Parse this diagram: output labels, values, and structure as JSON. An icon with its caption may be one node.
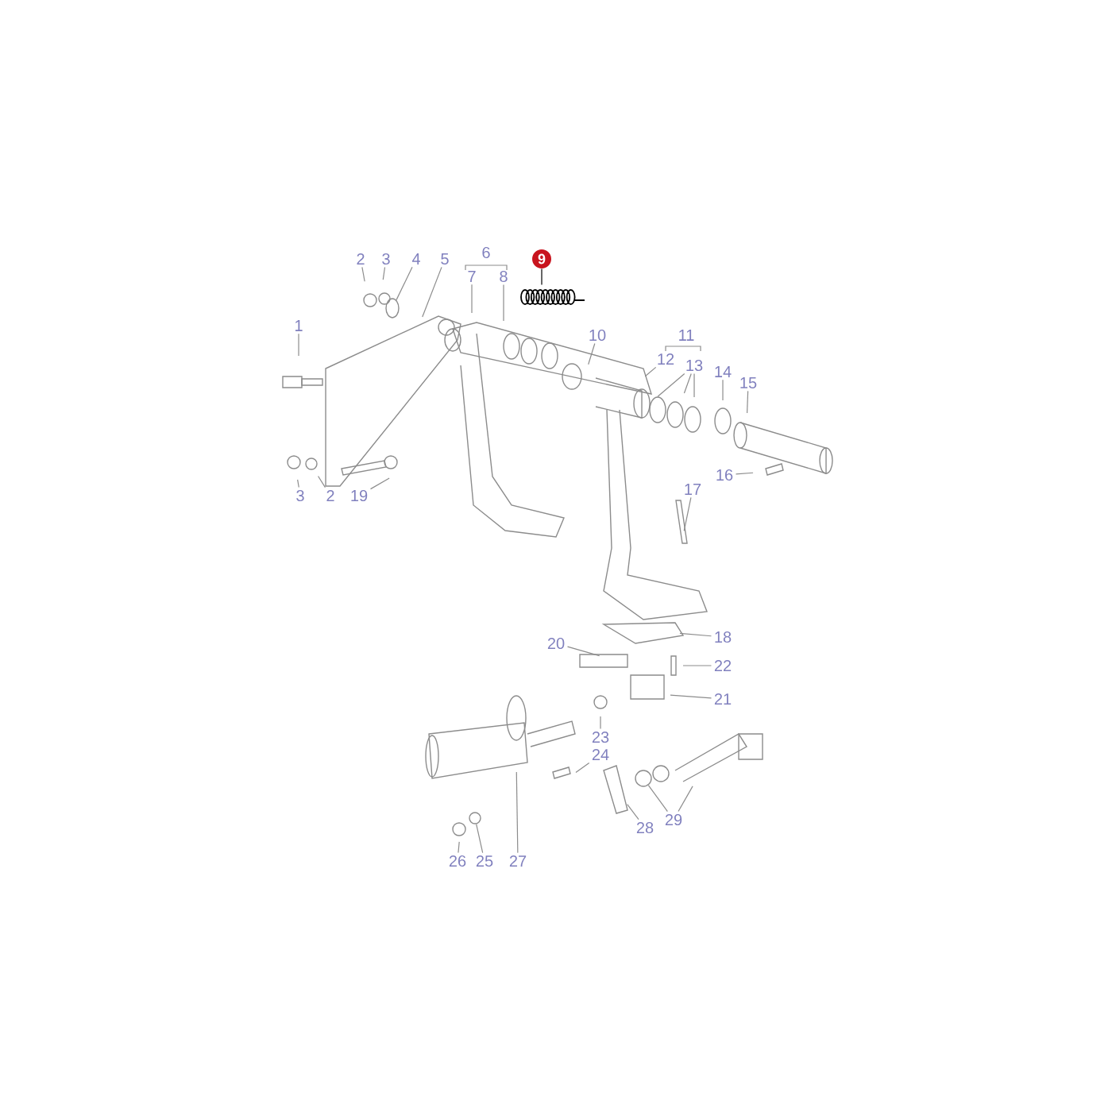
{
  "diagram": {
    "nodes": [
      {
        "text": [
          "2"
        ]
      },
      {
        "text": [
          "3"
        ]
      },
      {
        "text": [
          "4"
        ]
      },
      {
        "text": [
          "5"
        ]
      },
      {
        "text": [
          "7"
        ]
      },
      {
        "text": [
          "8"
        ]
      },
      {
        "text": [
          "9"
        ]
      },
      {
        "text": [
          "1"
        ]
      },
      {
        "text": [
          "10"
        ]
      },
      {
        "text": [
          "12"
        ]
      },
      {
        "text": [
          "13"
        ]
      },
      {
        "text": [
          "14"
        ]
      },
      {
        "text": [
          "15"
        ]
      },
      {
        "text": [
          "16"
        ]
      },
      {
        "text": [
          "17"
        ]
      },
      {
        "text": [
          "3"
        ]
      },
      {
        "text": [
          "2"
        ]
      },
      {
        "text": [
          "19"
        ]
      },
      {
        "text": [
          "18"
        ]
      },
      {
        "text": [
          "20"
        ]
      },
      {
        "text": [
          "22"
        ]
      },
      {
        "text": [
          "21"
        ]
      },
      {
        "text": [
          "23"
        ]
      },
      {
        "text": [
          "24"
        ]
      },
      {
        "text": [
          "28"
        ]
      },
      {
        "text": [
          "29"
        ]
      },
      {
        "text": [
          "26"
        ]
      },
      {
        "text": [
          "25"
        ]
      },
      {
        "text": [
          "27"
        ]
      },
      {
        "text": [],
        "shape": "ring"
      },
      {
        "text": [],
        "shape": "spring"
      },
      {
        "text": [],
        "shape": "ring"
      },
      {
        "text": [],
        "shape": "circle"
      },
      {
        "text": [],
        "shape": "circle"
      }
    ],
    "edges": [
      {
        "from": 0,
        "to": null,
        "arrow": "none"
      },
      {
        "from": 1,
        "to": null,
        "arrow": "none"
      },
      {
        "from": 2,
        "to": 29,
        "arrow": "none"
      },
      {
        "from": 3,
        "to": null,
        "arrow": "none"
      },
      {
        "from": 4,
        "to": null,
        "arrow": "none"
      },
      {
        "from": 5,
        "to": null,
        "arrow": "none"
      },
      {
        "from": 6,
        "to": 30,
        "arrow": "none",
        "color": "#000000"
      },
      {
        "from": 7,
        "to": null,
        "arrow": "none"
      },
      {
        "from": 8,
        "to": null,
        "arrow": "none"
      },
      {
        "from": 9,
        "to": null,
        "arrow": "none"
      },
      {
        "from": 10,
        "to": 31,
        "arrow": "none"
      },
      {
        "from": 10,
        "to": null,
        "arrow": "none"
      },
      {
        "from": 10,
        "to": null,
        "arrow": "none"
      },
      {
        "from": 11,
        "to": null,
        "arrow": "none"
      },
      {
        "from": 12,
        "to": null,
        "arrow": "none"
      },
      {
        "from": 13,
        "to": null,
        "arrow": "none"
      },
      {
        "from": 14,
        "to": null,
        "arrow": "none"
      },
      {
        "from": 15,
        "to": null,
        "arrow": "none"
      },
      {
        "from": 16,
        "to": null,
        "arrow": "none"
      },
      {
        "from": 17,
        "to": null,
        "arrow": "none"
      },
      {
        "from": 18,
        "to": null,
        "arrow": "none"
      },
      {
        "from": 19,
        "to": null,
        "arrow": "none"
      },
      {
        "from": 20,
        "to": null,
        "arrow": "none"
      },
      {
        "from": 21,
        "to": null,
        "arrow": "none"
      },
      {
        "from": 22,
        "to": null,
        "arrow": "none"
      },
      {
        "from": 23,
        "to": null,
        "arrow": "none"
      },
      {
        "from": 24,
        "to": null,
        "arrow": "none"
      },
      {
        "from": 25,
        "to": 32,
        "arrow": "none"
      },
      {
        "from": 25,
        "to": null,
        "arrow": "none"
      },
      {
        "from": 26,
        "to": null,
        "arrow": "none"
      },
      {
        "from": 27,
        "to": 33,
        "arrow": "none"
      },
      {
        "from": 28,
        "to": null,
        "arrow": "none"
      }
    ],
    "labels": [
      "6",
      "11"
    ]
  }
}
